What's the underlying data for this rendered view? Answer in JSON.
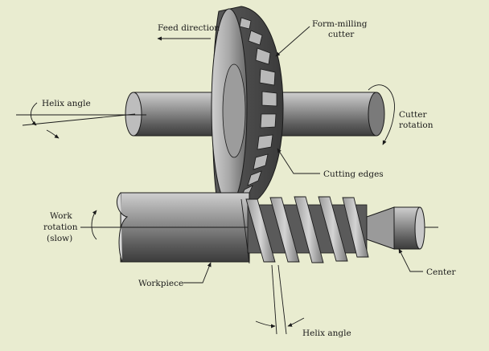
{
  "labels": {
    "feed_direction": "Feed direction",
    "form_milling_cutter_line1": "Form-milling",
    "form_milling_cutter_line2": "cutter",
    "helix_angle_top": "Helix angle",
    "cutter_rotation_line1": "Cutter",
    "cutter_rotation_line2": "rotation",
    "cutting_edges": "Cutting edges",
    "work_rotation_line1": "Work",
    "work_rotation_line2": "rotation",
    "work_rotation_line3": "(slow)",
    "workpiece": "Workpiece",
    "center": "Center",
    "helix_angle_bottom": "Helix angle"
  },
  "colors": {
    "background": "#e9ecd0",
    "metal_dark": "#4a4a4a",
    "metal_mid": "#8a8a8a",
    "metal_light": "#d0d0d0",
    "outline": "#1a1a1a"
  }
}
